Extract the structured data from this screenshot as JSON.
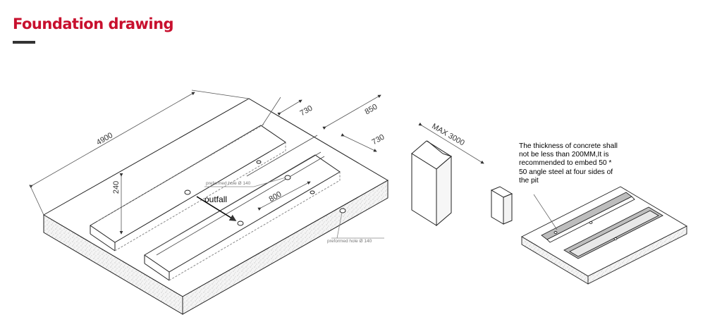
{
  "header": {
    "title": "Foundation drawing",
    "title_color": "#c8102e",
    "underline_color": "#333333"
  },
  "dimensions": {
    "length": "4900",
    "depth": "240",
    "trench_width_1": "730",
    "spacing": "850",
    "trench_width_2": "730",
    "height_max": "MAX 3000",
    "gap": "800"
  },
  "labels": {
    "outfall": "outfall",
    "hole_1": "preformed hole Ø 140",
    "hole_2": "preformed hole Ø 140"
  },
  "note": {
    "text": "The thickness of concrete shall not be less than 200MM,It is recommended to embed 50 * 50 angle steel at four sides of the pit"
  }
}
